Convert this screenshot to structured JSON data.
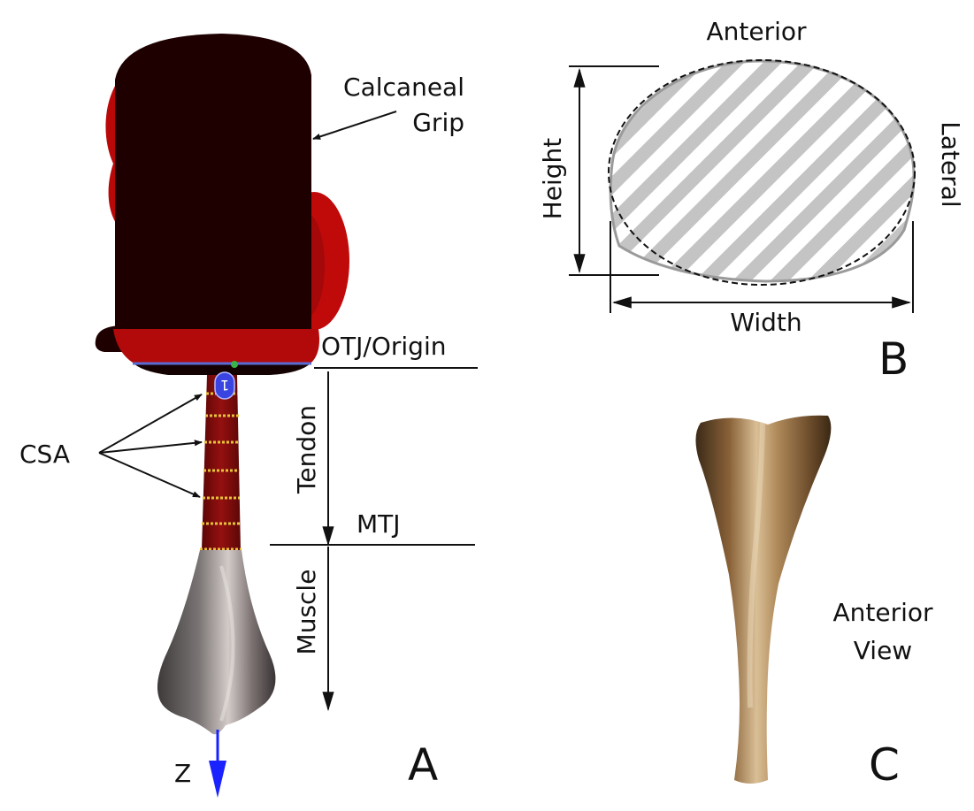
{
  "panels": {
    "A": {
      "panel_label": "A",
      "labels": {
        "calcaneal_line1": "Calcaneal",
        "calcaneal_line2": "Grip",
        "otj_origin": "OTJ/Origin",
        "tendon": "Tendon",
        "mtj": "MTJ",
        "muscle": "Muscle",
        "csa": "CSA",
        "z_axis": "Z",
        "marker": "1"
      }
    },
    "B": {
      "panel_label": "B",
      "labels": {
        "anterior": "Anterior",
        "lateral": "Lateral",
        "height": "Height",
        "width": "Width"
      }
    },
    "C": {
      "panel_label": "C",
      "labels": {
        "view_line1": "Anterior",
        "view_line2": "View"
      }
    }
  },
  "colors": {
    "grip_dark": "#1e0000",
    "grip_red": "#c00a0a",
    "tendon_red": "#8c0c0c",
    "muscle_gray": "#6b6363",
    "bone_tan": "#a57a4a",
    "axis_blue": "#1a22ff",
    "hatch_gray": "#c4c4c4"
  }
}
